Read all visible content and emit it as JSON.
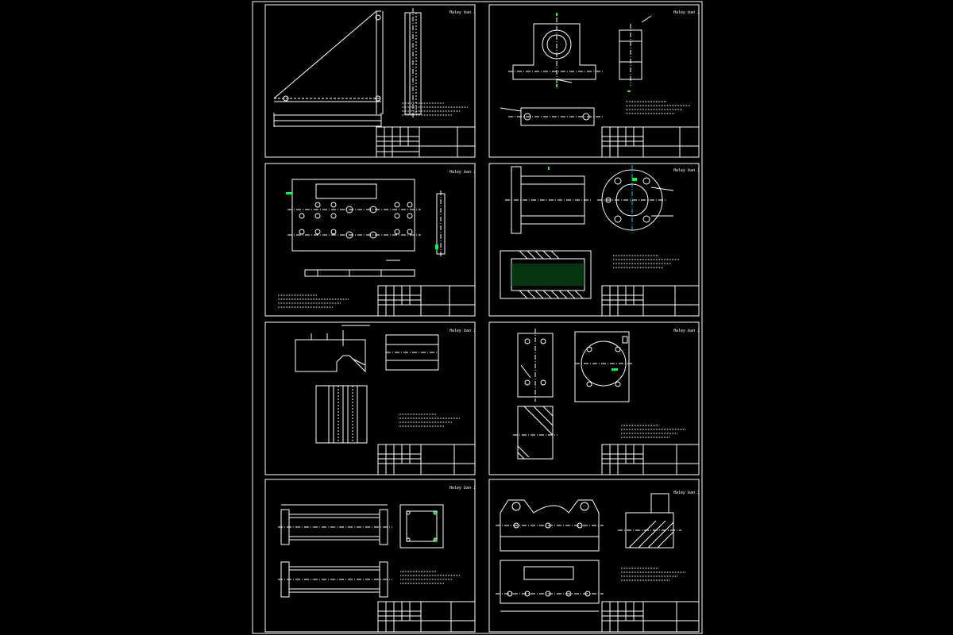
{
  "colors": {
    "background": "#000000",
    "line": "#ffffff",
    "accent": "#00ff3c",
    "center_line": "#e6e6e6"
  },
  "sheets": [
    {
      "id": "s1",
      "signature": "Haley ban 1"
    },
    {
      "id": "s2",
      "signature": "Haley ban 1"
    },
    {
      "id": "s3",
      "signature": "Haley ban 1"
    },
    {
      "id": "s4",
      "signature": "Haley ban 1"
    },
    {
      "id": "s5",
      "signature": "Haley ban 1"
    },
    {
      "id": "s6",
      "signature": "Haley ban 1"
    },
    {
      "id": "s7",
      "signature": "Haley ban 1"
    },
    {
      "id": "s8",
      "signature": "Haley ban 1"
    }
  ]
}
